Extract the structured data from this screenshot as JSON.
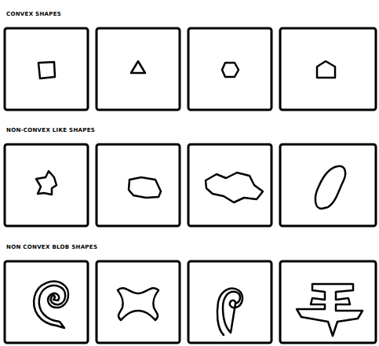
{
  "diagram": {
    "labels": [
      "CONVEX SHAPES",
      "NON-CONVEX LIKE SHAPES",
      "NON CONVEX BLOB SHAPES"
    ]
  }
}
